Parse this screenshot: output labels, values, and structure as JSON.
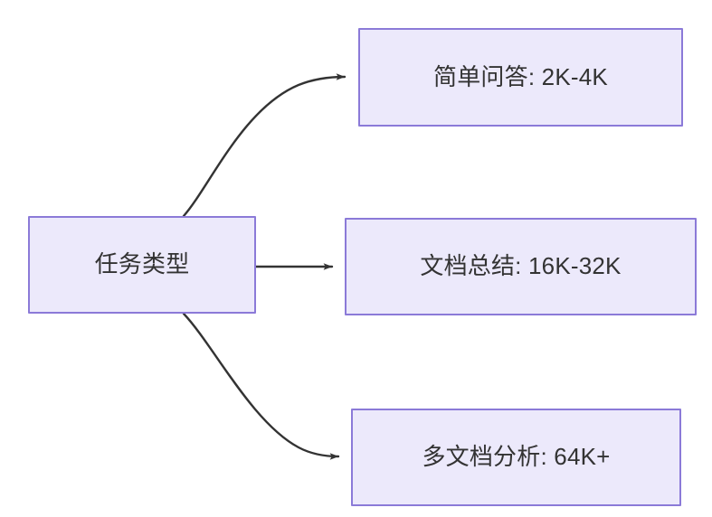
{
  "diagram": {
    "type": "flowchart",
    "direction": "left-to-right",
    "background_color": "#ffffff",
    "node_fill_color": "#ece9fb",
    "node_border_color": "#8b7ad8",
    "text_color": "#333333",
    "edge_color": "#333333",
    "source_node": {
      "id": "task-type",
      "label": "任务类型"
    },
    "target_nodes": [
      {
        "id": "simple-qa",
        "label": "简单问答: 2K-4K",
        "category": "简单问答",
        "value": "2K-4K"
      },
      {
        "id": "doc-summary",
        "label": "文档总结: 16K-32K",
        "category": "文档总结",
        "value": "16K-32K"
      },
      {
        "id": "multi-doc",
        "label": "多文档分析: 64K+",
        "category": "多文档分析",
        "value": "64K+"
      }
    ],
    "edges": [
      {
        "id": "edge-to-simple-qa",
        "from": "task-type",
        "to": "simple-qa",
        "style": "curved",
        "arrowhead": "solid-triangle"
      },
      {
        "id": "edge-to-doc-summary",
        "from": "task-type",
        "to": "doc-summary",
        "style": "straight",
        "arrowhead": "solid-triangle"
      },
      {
        "id": "edge-to-multi-doc",
        "from": "task-type",
        "to": "multi-doc",
        "style": "curved",
        "arrowhead": "solid-triangle"
      }
    ]
  }
}
